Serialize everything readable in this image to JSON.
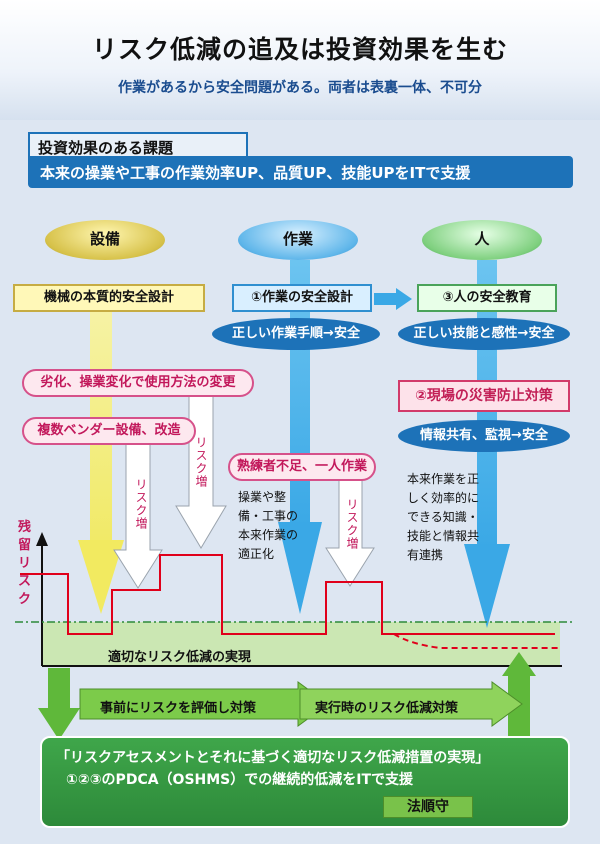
{
  "title": "リスク低減の追及は投資効果を生む",
  "subtitle": "作業があるから安全問題がある。両者は表裏一体、不可分",
  "issue": {
    "label": "投資効果のある課題",
    "body": "本来の操業や工事の作業効率UP、品質UP、技能UPをITで支援"
  },
  "pillars": [
    "設備",
    "作業",
    "人"
  ],
  "design_boxes": {
    "machine": "機械の本質的安全設計",
    "work": "①作業の安全設計",
    "people": "③人の安全教育"
  },
  "blue_ovals": {
    "work_procedure": "正しい作業手順→安全",
    "skill_sense": "正しい技能と感性→安全",
    "info_sharing": "情報共有、監視→安全"
  },
  "disaster_box": "②現場の災害防止対策",
  "risk_factors": {
    "degradation": "劣化、操業変化で使用方法の変更",
    "multi_vendor": "複数ベンダー設備、改造",
    "shortage": "熟練者不足、一人作業"
  },
  "risk_increase_label": "リスク増",
  "notes": {
    "work_note": "操業や整備・工事の本来作業の適正化",
    "people_note": "本来作業を正しく効率的にできる知識・技能と情報共有連携"
  },
  "axis_label": "残留リスク",
  "realization": "適切なリスク低減の実現",
  "flow_arrows": {
    "prior": "事前にリスクを評価し対策",
    "execution": "実行時のリスク低減対策"
  },
  "bottom_box": {
    "line1": "「リスクアセスメントとそれに基づく適切なリスク低減措置の実現」",
    "line2": "①②③のPDCA（OSHMS）での継続的低減をITで支援",
    "law": "法順守"
  },
  "colors": {
    "blue": "#1d72b8",
    "pink": "#c2185b",
    "green": "#2d8a3a",
    "yellow": "#f4ef7a",
    "risk_line": "#e0001b"
  }
}
